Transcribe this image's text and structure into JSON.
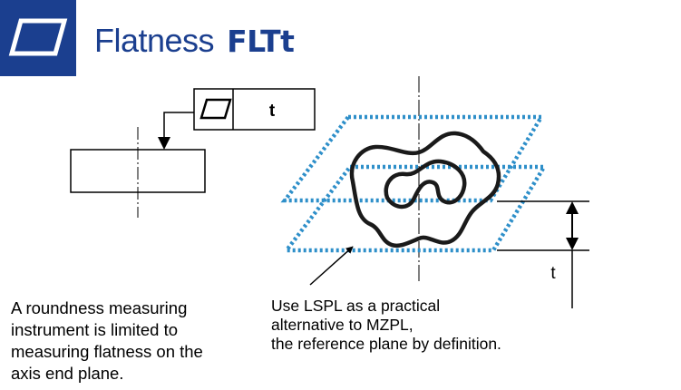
{
  "header": {
    "title": "Flatness",
    "code": "FLTt",
    "icon": "flatness-parallelogram-icon",
    "badge_color": "#1b3f8f",
    "title_color": "#1b3f8f"
  },
  "callout": {
    "symbol_icon": "flatness-parallelogram-icon",
    "tolerance_label": "t"
  },
  "dimension": {
    "label": "t"
  },
  "plane_color": "#2e8fc9",
  "notes": {
    "left": [
      "A roundness measuring",
      "instrument is limited to",
      "measuring flatness on the",
      "axis end plane."
    ],
    "right": [
      "Use LSPL as a practical",
      "alternative to MZPL,",
      "the reference plane by definition."
    ]
  }
}
